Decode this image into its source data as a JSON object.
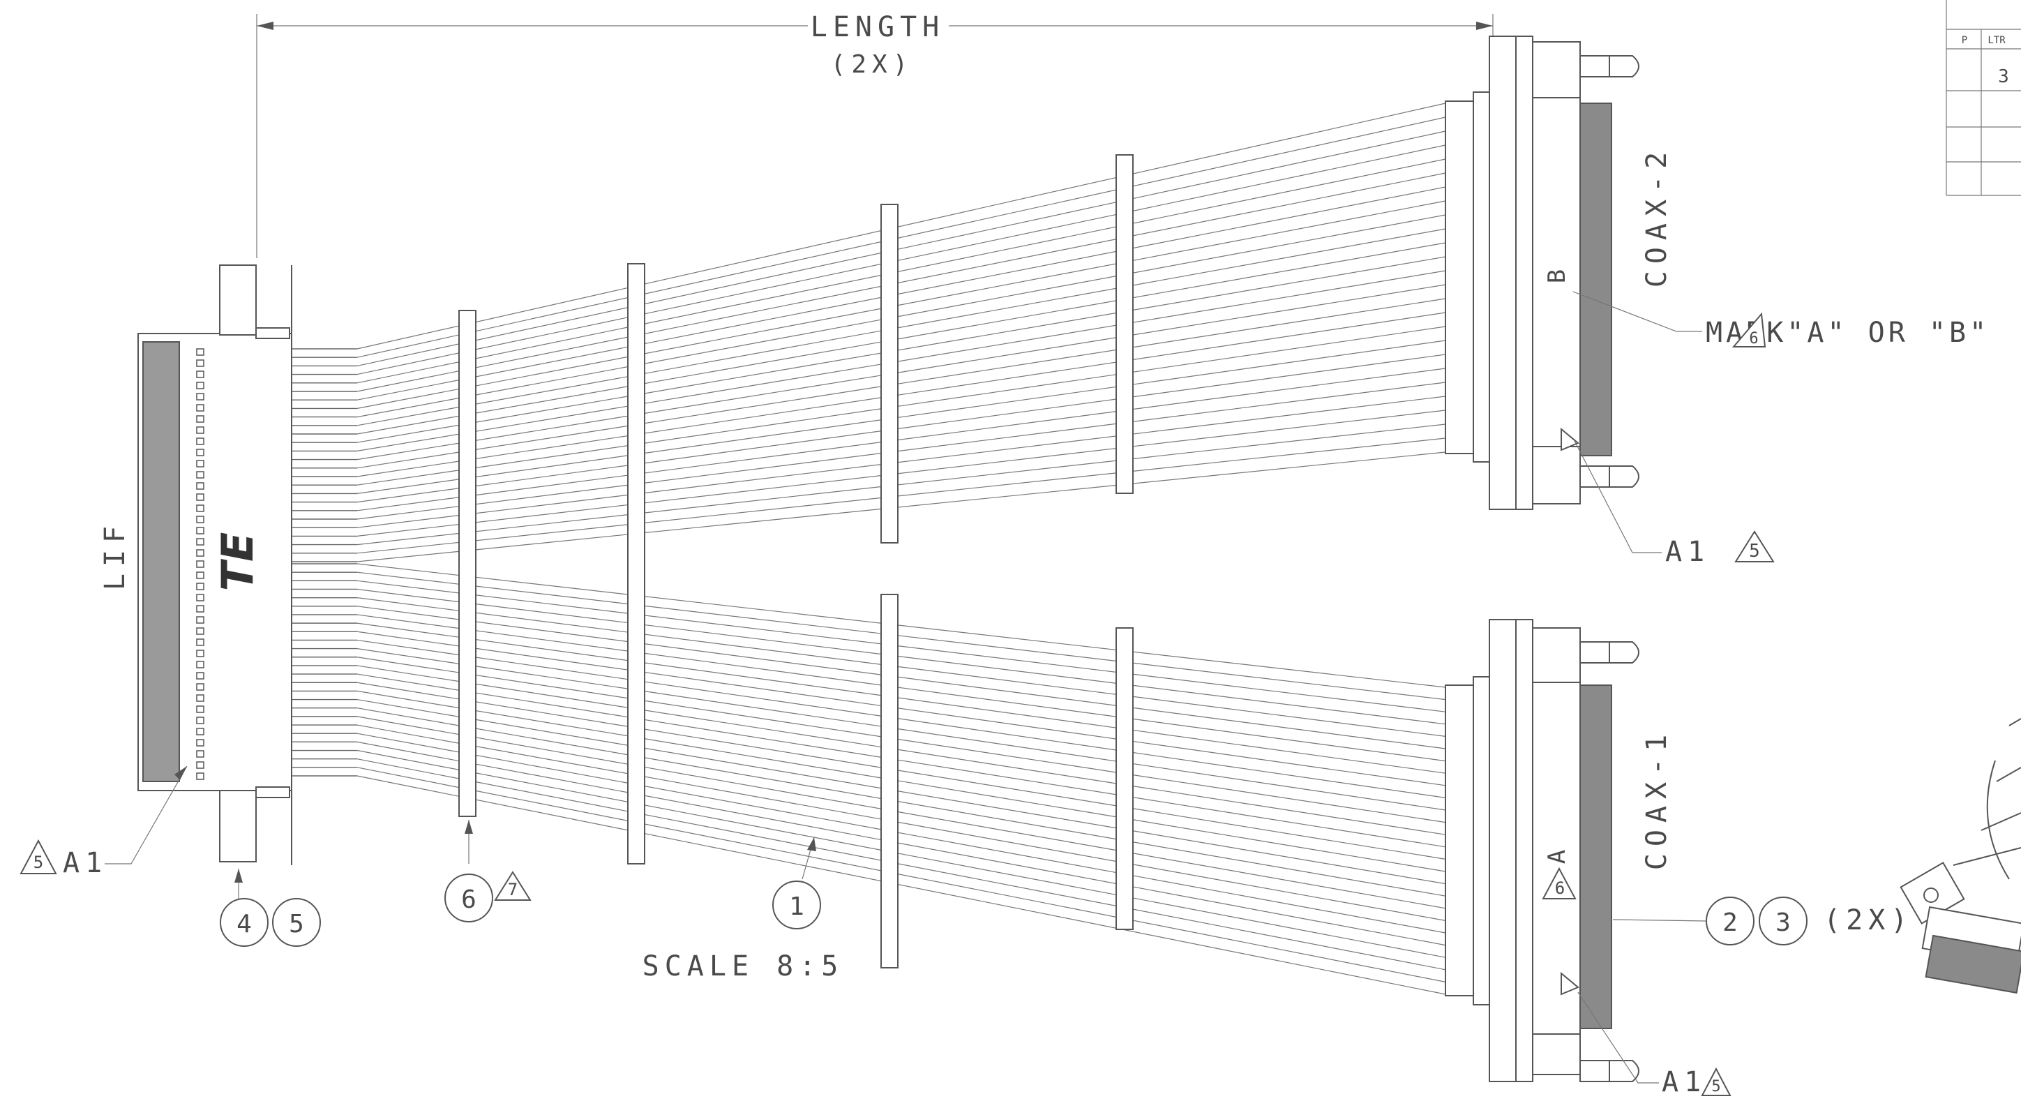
{
  "labels": {
    "length": "LENGTH",
    "length_qty": "(2X)",
    "lif": "LIF",
    "coax2": "COAX-2",
    "coax1": "COAX-1",
    "mark": "MARK\"A\" OR \"B\"",
    "letter_b": "B",
    "letter_a": "A",
    "a1": "A1",
    "scale": "SCALE 8:5",
    "qty_2x": "(2X)",
    "logo": "TE"
  },
  "balloons": [
    "1",
    "2",
    "3",
    "4",
    "5",
    "6"
  ],
  "flags": [
    "5",
    "6",
    "7"
  ],
  "revision_table": {
    "headers": [
      "P",
      "LTR"
    ],
    "rows": [
      "3"
    ]
  }
}
